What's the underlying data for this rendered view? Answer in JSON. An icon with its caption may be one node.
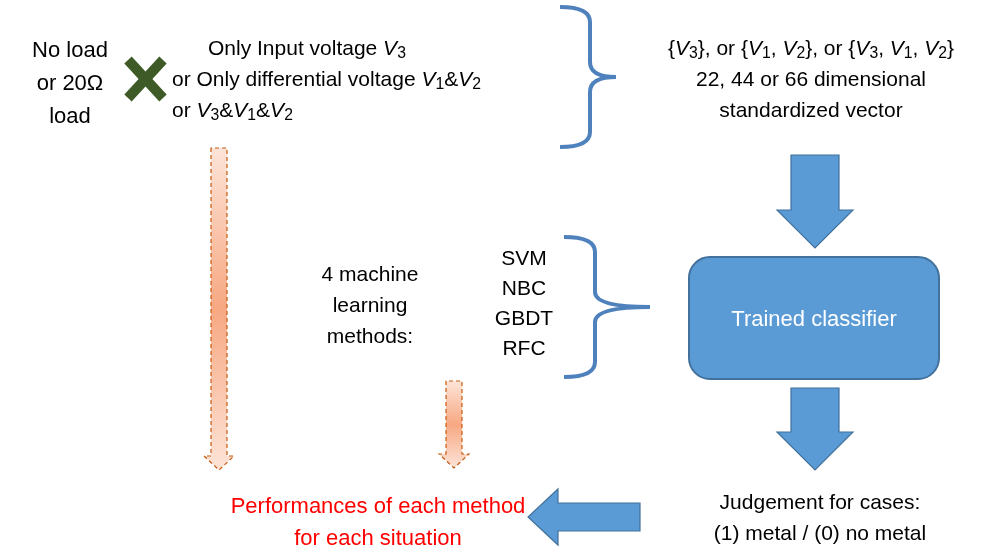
{
  "diagram": {
    "nodes": [
      {
        "text": [
          "No load or 20Ω load"
        ]
      },
      {
        "text": [
          "Only Input voltage *V*$_{3}$",
          "or Only differential voltage *V*$_{1}$&*V*$_{2}$",
          "or *V*$_{3}$&*V*$_{1}$&*V*$_{2}$"
        ]
      },
      {
        "text": [
          "{*V*$_{3}$}, or {*V*$_{1}$, *V*$_{2}$}, or {*V*$_{3}$, *V*$_{1}$, *V*$_{2}$}",
          "22, 44 or 66 dimensional standardized vector"
        ]
      },
      {
        "text": [
          "4 machine learning methods:"
        ]
      },
      {
        "text": [
          "SVM",
          "NBC",
          "GBDT",
          "RFC"
        ]
      },
      {
        "text": [
          "Trained classifier"
        ]
      },
      {
        "text": [
          "Judgement for cases:",
          "(1) metal / (0) no metal"
        ]
      },
      {
        "text": [
          "Performances of each method for each situation"
        ]
      }
    ],
    "edges": [
      {
        "from": 2,
        "to": 5,
        "arrow": "to"
      },
      {
        "from": 5,
        "to": 6,
        "arrow": "to"
      },
      {
        "from": 6,
        "to": 7,
        "arrow": "to"
      },
      {
        "from": 1,
        "to": 7,
        "arrow": "to",
        "style": "dashed",
        "color": "#c55a11"
      },
      {
        "from": 3,
        "to": 7,
        "arrow": "to",
        "style": "dashed",
        "color": "#c55a11"
      }
    ]
  }
}
